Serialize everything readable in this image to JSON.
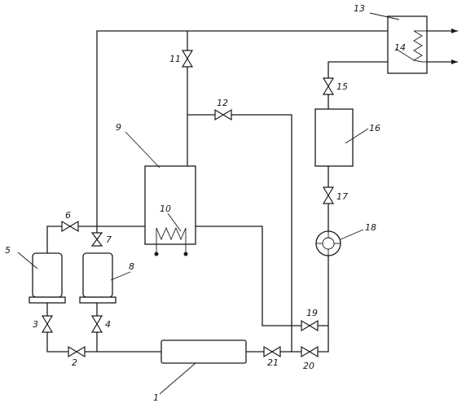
{
  "diagram": {
    "type": "process-schematic",
    "line_color": "#1a1a1a",
    "background": "#ffffff",
    "labels": {
      "l1": "1",
      "l2": "2",
      "l3": "3",
      "l4": "4",
      "l5": "5",
      "l6": "6",
      "l7": "7",
      "l8": "8",
      "l9": "9",
      "l10": "10",
      "l11": "11",
      "l12": "12",
      "l13": "13",
      "l14": "14",
      "l15": "15",
      "l16": "16",
      "l17": "17",
      "l18": "18",
      "l19": "19",
      "l20": "20",
      "l21": "21"
    },
    "components": [
      {
        "id": "1",
        "kind": "horizontal-vessel"
      },
      {
        "id": "2",
        "kind": "valve"
      },
      {
        "id": "3",
        "kind": "valve"
      },
      {
        "id": "4",
        "kind": "valve"
      },
      {
        "id": "5",
        "kind": "cylinder"
      },
      {
        "id": "6",
        "kind": "valve"
      },
      {
        "id": "7",
        "kind": "valve"
      },
      {
        "id": "8",
        "kind": "cylinder"
      },
      {
        "id": "9",
        "kind": "tank"
      },
      {
        "id": "10",
        "kind": "heater-coil"
      },
      {
        "id": "11",
        "kind": "valve"
      },
      {
        "id": "12",
        "kind": "valve"
      },
      {
        "id": "13",
        "kind": "heat-exchanger"
      },
      {
        "id": "14",
        "kind": "coil"
      },
      {
        "id": "15",
        "kind": "valve"
      },
      {
        "id": "16",
        "kind": "vessel"
      },
      {
        "id": "17",
        "kind": "valve"
      },
      {
        "id": "18",
        "kind": "pump"
      },
      {
        "id": "19",
        "kind": "valve"
      },
      {
        "id": "20",
        "kind": "valve"
      },
      {
        "id": "21",
        "kind": "valve"
      }
    ]
  }
}
